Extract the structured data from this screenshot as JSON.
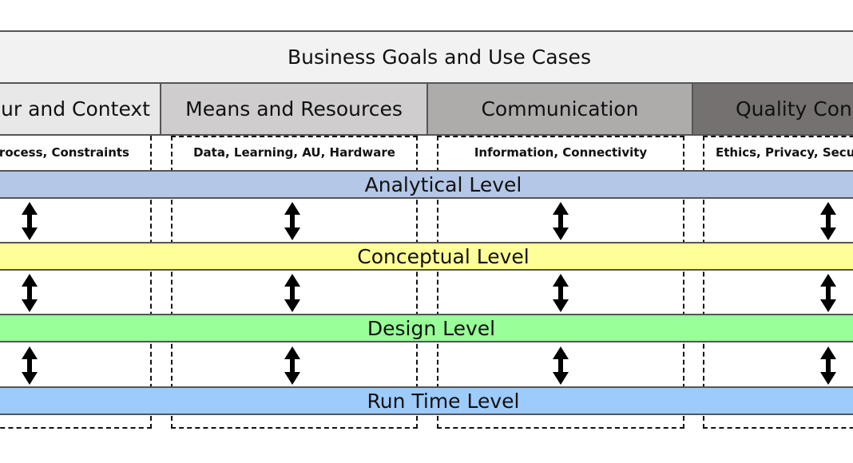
{
  "title": "Business Goals and Use Cases",
  "categories": [
    {
      "label": "Behaviour and Context",
      "visible_label": "ur and Context",
      "description": "Process, Constraints",
      "visible_description": "ocess, Constraints",
      "color": "#e8e8e8"
    },
    {
      "label": "Means and Resources",
      "description": "Data, Learning, AU, Hardware",
      "color": "#cfcdcd"
    },
    {
      "label": "Communication",
      "description": "Information, Connectivity",
      "color": "#aeabab"
    },
    {
      "label": "Quality Concerns",
      "visible_label": "Quality Con",
      "description": "Ethics, Privacy, Security",
      "visible_description": "Ethics, Privacy, Secu",
      "color": "#767171"
    }
  ],
  "levels": [
    {
      "label": "Analytical Level",
      "color": "#b4c7e7"
    },
    {
      "label": "Conceptual Level",
      "color": "#ffff99"
    },
    {
      "label": "Design Level",
      "color": "#99ff99"
    },
    {
      "label": "Run Time Level",
      "color": "#9dcbfa"
    }
  ],
  "arrow_icon": "double-headed-vertical-arrow"
}
